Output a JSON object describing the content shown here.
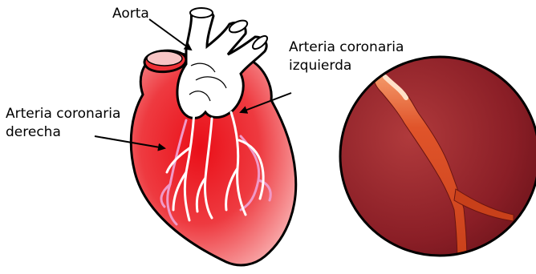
{
  "labels": {
    "aorta": "Aorta",
    "left_coronary": [
      "Arteria coronaria",
      "izquierda"
    ],
    "right_coronary": [
      "Arteria coronaria",
      "derecha"
    ]
  },
  "colors": {
    "heart_red": "#e8242c",
    "heart_outline": "#000000",
    "vessel_white": "#ffffff",
    "vessel_pink": "#f09ac8",
    "zoom_background": "#8e2229",
    "artery_orange": "#d24a1c"
  }
}
